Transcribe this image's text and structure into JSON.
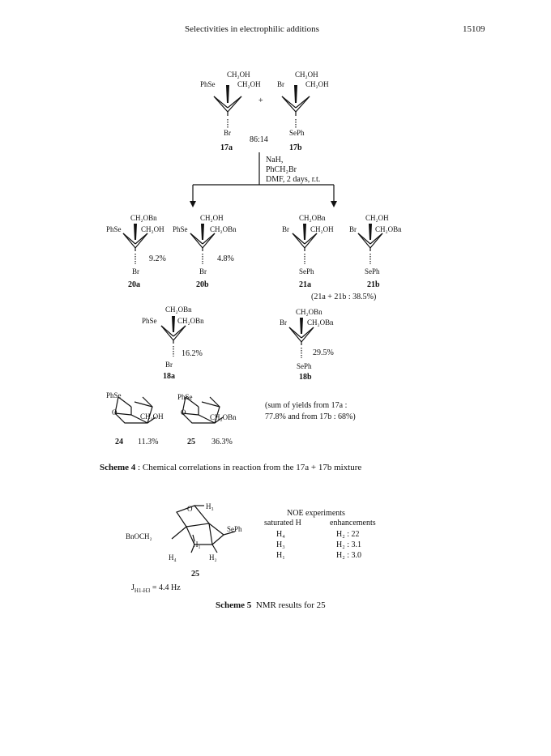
{
  "header": {
    "title": "Selectivities in electrophilic additions",
    "page_number": "15109"
  },
  "substituents": {
    "ch2oh": "CH₂OH",
    "ch2obn": "CH₂OBn",
    "phse": "PhSe",
    "sephb": "SePh",
    "br": "Br",
    "bnoch2": "BnOCH₂"
  },
  "scheme4": {
    "ratio": "86:14",
    "plus": "+",
    "reagents": [
      "NaH,",
      "PhCH₂Br",
      "DMF, 2 days, r.t."
    ],
    "compounds": {
      "c17a": {
        "label": "17a"
      },
      "c17b": {
        "label": "17b"
      },
      "c20a": {
        "label": "20a",
        "yield": "9.2%"
      },
      "c20b": {
        "label": "20b",
        "yield": "4.8%"
      },
      "c21a": {
        "label": "21a"
      },
      "c21b": {
        "label": "21b"
      },
      "c18a": {
        "label": "18a",
        "yield": "16.2%"
      },
      "c18b": {
        "label": "18b",
        "yield": "29.5%"
      },
      "c24": {
        "label": "24",
        "yield": "11.3%"
      },
      "c25": {
        "label": "25",
        "yield": "36.3%"
      }
    },
    "combined_note": "(21a + 21b : 38.5%)",
    "sum_note_line1": "(sum of yields from 17a :",
    "sum_note_line2": "77.8% and from 17b : 68%)",
    "caption_label": "Scheme 4",
    "caption_text": ": Chemical correlations in reaction from the 17a + 17b mixture"
  },
  "scheme5": {
    "oxygen": "O",
    "h1": "H₁",
    "h2": "H₂",
    "h3": "H₃",
    "h4": "H₄",
    "compound_label": "25",
    "coupling": "J",
    "coupling_sub": "H1-H3",
    "coupling_value": "= 4.4 Hz",
    "noe_title": "NOE experiments",
    "col_saturated": "saturated H",
    "col_enhancements": "enhancements",
    "rows": [
      {
        "saturated": "H₄",
        "enhancement": "H₂ : 22"
      },
      {
        "saturated": "H₃",
        "enhancement": "H₂ : 3.1"
      },
      {
        "saturated": "H₁",
        "enhancement": "H₂ : 3.0"
      }
    ],
    "caption_label": "Scheme 5",
    "caption_text": "NMR results for 25"
  }
}
